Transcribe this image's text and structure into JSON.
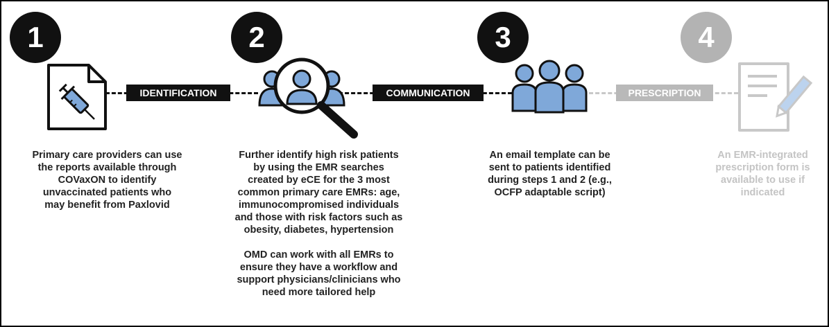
{
  "steps": [
    {
      "number": "1",
      "icon": "syringe-document-icon",
      "description": [
        "Primary care providers can use",
        "the reports available through",
        "COVaxON to identify",
        "unvaccinated patients who",
        "may benefit from Paxlovid"
      ]
    },
    {
      "number": "2",
      "icon": "people-search-icon",
      "description": [
        "Further identify high risk patients",
        "by using the EMR searches",
        "created by eCE for the 3 most",
        "common primary care EMRs: age,",
        "immunocompromised individuals",
        "and those with risk factors such as",
        "obesity, diabetes, hypertension"
      ],
      "description_2": [
        "OMD can work with all EMRs to",
        "ensure they have a workflow and",
        "support physicians/clinicians who",
        "need more tailored help"
      ]
    },
    {
      "number": "3",
      "icon": "group-people-icon",
      "description": [
        "An email template can be",
        "sent to patients identified",
        "during steps 1 and 2 (e.g.,",
        "OCFP adaptable script)"
      ]
    },
    {
      "number": "4",
      "icon": "prescription-form-icon",
      "description": [
        "An EMR-integrated",
        "prescription form is",
        "available to use if",
        "indicated"
      ]
    }
  ],
  "connectors": [
    {
      "label": "IDENTIFICATION"
    },
    {
      "label": "COMMUNICATION"
    },
    {
      "label": "PRESCRIPTION"
    }
  ],
  "colors": {
    "active": "#111111",
    "inactive": "#b9b9b9",
    "icon_blue": "#7fa8d9",
    "icon_outline": "#1a1a1a"
  }
}
